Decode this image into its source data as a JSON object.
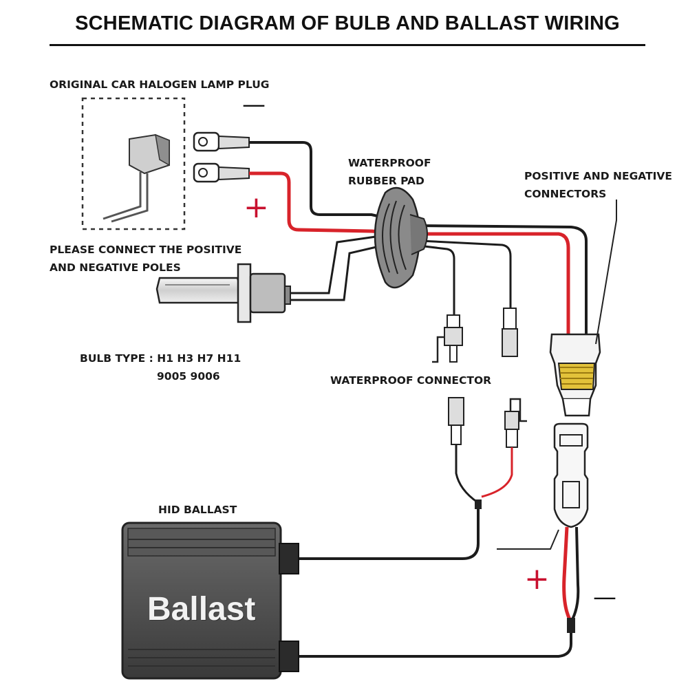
{
  "title": "SCHEMATIC DIAGRAM OF BULB AND BALLAST WIRING",
  "labels": {
    "halogen_plug": "ORIGINAL CAR HALOGEN LAMP PLUG",
    "connect_poles_1": "PLEASE CONNECT THE POSITIVE",
    "connect_poles_2": "AND NEGATIVE POLES",
    "bulb_type_1": "BULB TYPE : H1   H3   H7   H11",
    "bulb_type_2": "9005  9006",
    "rubber_pad_1": "WATERPROOF",
    "rubber_pad_2": "RUBBER PAD",
    "pos_neg_1": "POSITIVE AND NEGATIVE",
    "pos_neg_2": "CONNECTORS",
    "waterproof_connector": "WATERPROOF CONNECTOR",
    "hid_ballast": "HID BALLAST",
    "ballast_brand": "Ballast"
  },
  "signs": {
    "negative": "—",
    "positive": "+"
  },
  "colors": {
    "wire_black": "#1c1c1c",
    "wire_red": "#d8232a",
    "plus_red": "#c8102e",
    "ballast_body": "#4a4a4a",
    "connector_yellow": "#e2c23a"
  },
  "icons": [
    "halogen-plug-icon",
    "ring-terminal-icon",
    "rubber-grommet-icon",
    "hid-bulb-icon",
    "bullet-connector-icon",
    "socket-connector-icon",
    "ballast-box-icon"
  ]
}
